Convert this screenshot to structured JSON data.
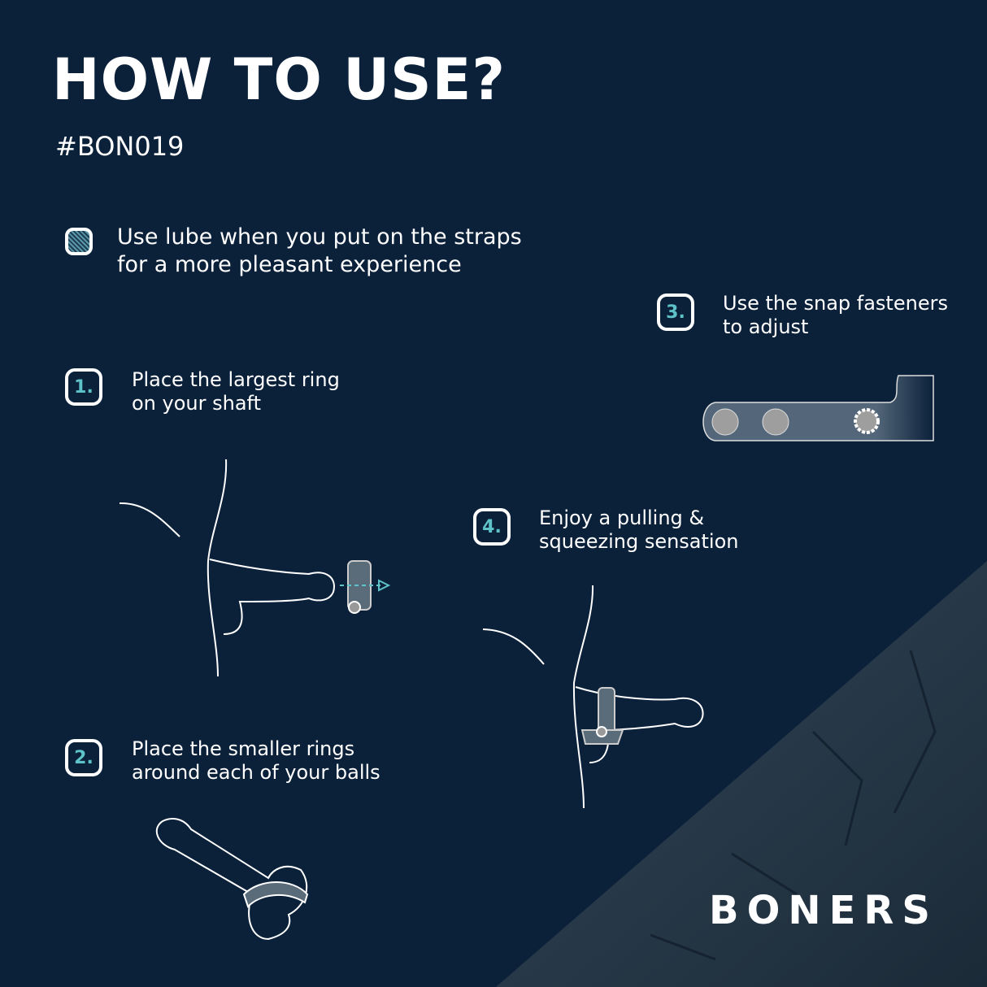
{
  "header": {
    "title": "HOW TO USE?",
    "product_code": "#BON019"
  },
  "tip": {
    "icon": "lube-icon",
    "text_line1": "Use lube when you put on the straps",
    "text_line2": "for a more pleasant experience"
  },
  "steps": [
    {
      "number": "1.",
      "line1": "Place the largest ring",
      "line2": "on your shaft"
    },
    {
      "number": "2.",
      "line1": "Place the smaller rings",
      "line2": "around each of your balls"
    },
    {
      "number": "3.",
      "line1": "Use the snap fasteners",
      "line2": "to adjust"
    },
    {
      "number": "4.",
      "line1": "Enjoy a pulling &",
      "line2": "squeezing sensation"
    }
  ],
  "brand": {
    "logo_text": "BONERS"
  },
  "colors": {
    "background": "#0b213a",
    "accent": "#5ec3c8",
    "text": "#ffffff",
    "rock": "#2a3b4a"
  }
}
